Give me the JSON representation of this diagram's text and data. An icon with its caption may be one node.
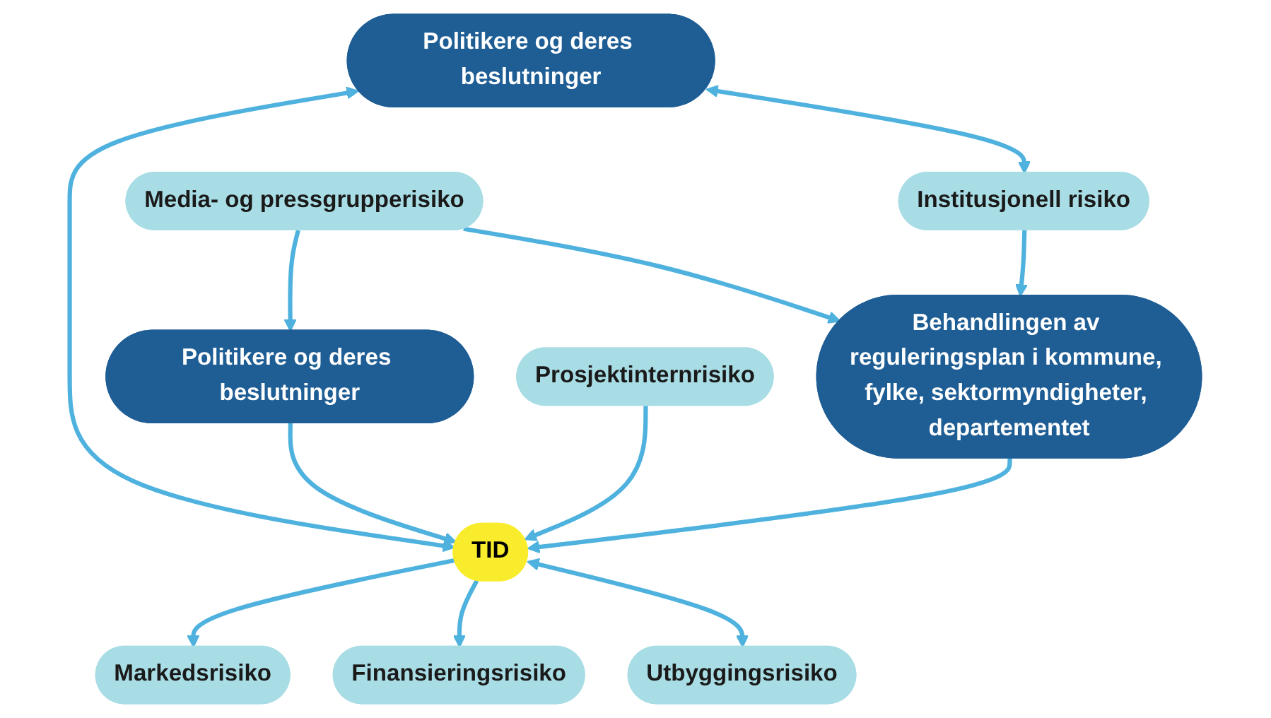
{
  "diagram": {
    "nodes": [
      {
        "text": [
          "Markedsrisiko"
        ]
      },
      {
        "text": [
          "Finansieringsrisiko"
        ]
      },
      {
        "text": [
          "Utbyggingsrisiko"
        ]
      },
      {
        "text": [
          "Politikere og deres beslutninger"
        ]
      },
      {
        "text": [
          "TID"
        ]
      },
      {
        "text": [
          "Behandlingen av reguleringsplan i kommune, fylke, sektormyndigheter, departementet"
        ]
      },
      {
        "text": [
          "Politikere og deres beslutninger"
        ]
      },
      {
        "text": [
          "Institusjonell risiko"
        ]
      },
      {
        "text": [
          "Media- og pressgrupperisiko"
        ]
      },
      {
        "text": [
          "Prosjektinternrisiko"
        ]
      }
    ],
    "edges": [
      {
        "from": 4,
        "to": 0,
        "arrow": "to"
      },
      {
        "from": 4,
        "to": 1,
        "arrow": "to"
      },
      {
        "from": 4,
        "to": 2,
        "arrow": "both"
      },
      {
        "from": 3,
        "to": 4,
        "arrow": "both"
      },
      {
        "from": 5,
        "to": 4,
        "arrow": "to"
      },
      {
        "from": 6,
        "to": 4,
        "arrow": "to"
      },
      {
        "from": 9,
        "to": 4,
        "arrow": "to"
      },
      {
        "from": 8,
        "to": 6,
        "arrow": "to"
      },
      {
        "from": 3,
        "to": 7,
        "arrow": "both"
      },
      {
        "from": 8,
        "to": 5,
        "arrow": "to"
      },
      {
        "from": 7,
        "to": 5,
        "arrow": "to"
      }
    ]
  }
}
